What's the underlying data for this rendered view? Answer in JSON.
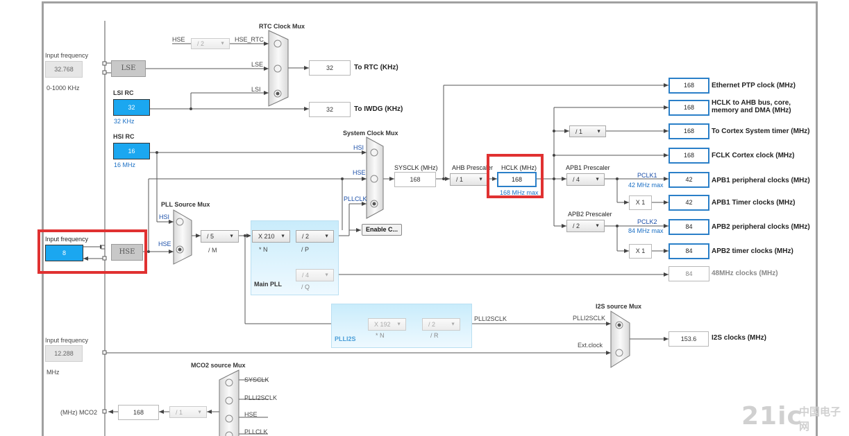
{
  "rtc_mux": {
    "title": "RTC Clock Mux",
    "in_hse": "HSE",
    "hse_div": "/ 2",
    "in_hse_rtc": "HSE_RTC",
    "in_lse": "LSE",
    "in_lsi": "LSI",
    "out_value": "32",
    "out_label": "To RTC (KHz)"
  },
  "lse": {
    "input_label": "Input frequency",
    "input_value": "32.768",
    "range": "0-1000 KHz",
    "name": "LSE"
  },
  "lsi": {
    "title": "LSI RC",
    "value": "32",
    "sub": "32 KHz",
    "iwdg_value": "32",
    "iwdg_label": "To IWDG (KHz)"
  },
  "hsi": {
    "title": "HSI RC",
    "value": "16",
    "sub": "16 MHz"
  },
  "hse": {
    "input_label": "Input frequency",
    "value": "8",
    "name": "HSE"
  },
  "sys_mux": {
    "title": "System Clock Mux",
    "in_hsi": "HSI",
    "in_hse": "HSE",
    "in_pll": "PLLCLK",
    "enable": "Enable C..."
  },
  "sysclk": {
    "label": "SYSCLK (MHz)",
    "value": "168"
  },
  "ahb": {
    "label": "AHB Prescaler",
    "value": "/ 1"
  },
  "hclk": {
    "label": "HCLK (MHz)",
    "value": "168",
    "max": "168 MHz max"
  },
  "pll_src": {
    "title": "PLL Source Mux",
    "in_hsi": "HSI",
    "in_hse": "HSE",
    "m_value": "/ 5",
    "m_label": "/ M"
  },
  "main_pll": {
    "title": "Main PLL",
    "n_value": "X 210",
    "n_label": "* N",
    "p_value": "/ 2",
    "p_label": "/ P",
    "q_value": "/ 4",
    "q_label": "/ Q"
  },
  "plli2s": {
    "title": "PLLI2S",
    "n_value": "X 192",
    "n_label": "* N",
    "r_value": "/ 2",
    "r_label": "/ R",
    "out_label": "PLLI2SCLK"
  },
  "i2s_mux": {
    "title": "I2S source Mux",
    "in_plli2s": "PLLI2SCLK",
    "in_ext": "Ext.clock",
    "value": "153.6",
    "label": "I2S clocks (MHz)"
  },
  "ext_clk": {
    "input_label": "Input frequency",
    "value": "12.288",
    "unit": "MHz"
  },
  "outputs": [
    {
      "value": "168",
      "label": "Ethernet PTP clock (MHz)"
    },
    {
      "value": "168",
      "label": "HCLK to AHB bus, core,",
      "label2": "memory and DMA (MHz)"
    },
    {
      "value": "168",
      "label": "To Cortex System timer (MHz)"
    },
    {
      "value": "168",
      "label": "FCLK Cortex clock (MHz)"
    },
    {
      "value": "42",
      "label": "APB1 peripheral clocks (MHz)"
    },
    {
      "value": "42",
      "label": "APB1 Timer clocks (MHz)"
    },
    {
      "value": "84",
      "label": "APB2 peripheral clocks (MHz)"
    },
    {
      "value": "84",
      "label": "APB2 timer clocks (MHz)"
    },
    {
      "value": "84",
      "label": "48MHz clocks (MHz)"
    }
  ],
  "cortex_div": "/ 1",
  "apb1": {
    "label": "APB1 Prescaler",
    "value": "/ 4",
    "pclk": "PCLK1",
    "max": "42 MHz max",
    "timer_mul": "X 1"
  },
  "apb2": {
    "label": "APB2 Prescaler",
    "value": "/ 2",
    "pclk": "PCLK2",
    "max": "84 MHz max",
    "timer_mul": "X 1"
  },
  "mco2": {
    "title": "MCO2 source Mux",
    "in_sysclk": "SYSCLK",
    "in_plli2s": "PLLI2SCLK",
    "in_hse": "HSE",
    "in_pll": "PLLCLK",
    "div": "/ 1",
    "value": "168",
    "label": "(MHz) MCO2"
  },
  "watermark": {
    "brand": "21ic",
    "cn": "中国电子网"
  }
}
